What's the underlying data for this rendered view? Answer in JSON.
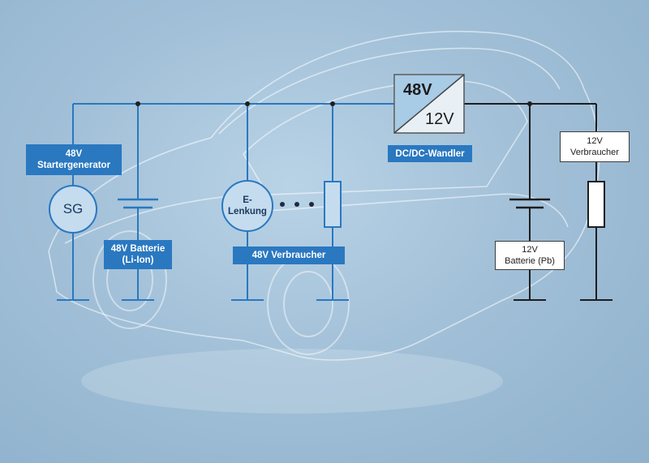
{
  "starter_generator": {
    "line1": "48V",
    "line2": "Startergenerator",
    "symbol": "SG"
  },
  "battery_48v": {
    "line1": "48V Batterie",
    "line2": "(Li-Ion)"
  },
  "e_steering": {
    "line1": "E-",
    "line2": "Lenkung"
  },
  "consumers_48v": {
    "label": "48V Verbraucher"
  },
  "converter": {
    "high": "48V",
    "low": "12V",
    "label": "DC/DC-Wandler"
  },
  "consumers_12v": {
    "line1": "12V",
    "line2": "Verbraucher"
  },
  "battery_12v": {
    "line1": "12V",
    "line2": "Batterie (Pb)"
  },
  "colors": {
    "bus_48v": "#2a78c0",
    "bus_12v": "#1e1e1e",
    "label_bg": "#2a78c0"
  }
}
